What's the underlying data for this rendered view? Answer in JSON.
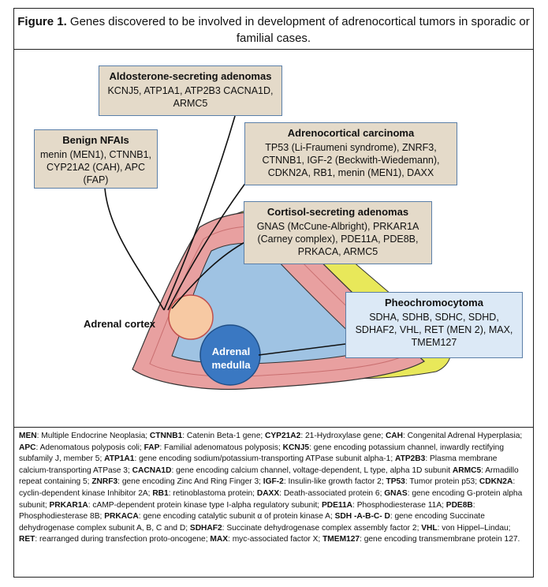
{
  "figure": {
    "label": "Figure 1.",
    "caption": "Genes discovered to be involved in development of adrenocortical tumors in sporadic or familial cases."
  },
  "boxes": {
    "aldosterone": {
      "heading": "Aldosterone-secreting adenomas",
      "genes": "KCNJ5, ATP1A1, ATP2B3 CACNA1D, ARMC5"
    },
    "benign_nfai": {
      "heading": "Benign NFAIs",
      "genes": "menin (MEN1), CTNNB1, CYP21A2 (CAH), APC (FAP)"
    },
    "carcinoma": {
      "heading": "Adrenocortical carcinoma",
      "genes": "TP53 (Li-Fraumeni syndrome), ZNRF3, CTNNB1, IGF-2 (Beckwith-Wiedemann), CDKN2A, RB1, menin (MEN1), DAXX"
    },
    "cortisol": {
      "heading": "Cortisol-secreting adenomas",
      "genes": "GNAS (McCune-Albright), PRKAR1A (Carney complex), PDE11A, PDE8B, PRKACA, ARMC5"
    },
    "pheo": {
      "heading": "Pheochromocytoma",
      "genes": "SDHA, SDHB, SDHC, SDHD, SDHAF2, VHL, RET (MEN 2), MAX, TMEM127"
    }
  },
  "labels": {
    "cortex": "Adrenal cortex",
    "medulla": "Adrenal medulla"
  },
  "colors": {
    "box_fill": "#e4dac9",
    "box_border": "#5b7fa8",
    "pheo_fill": "#dce9f6",
    "cortex_pink": "#e8a0a0",
    "capsule_yellow": "#e8e85a",
    "medulla_blue": "#3a78c2",
    "inner_blue": "#9fc3e3",
    "tumor_orange": "#f7c9a3"
  },
  "legend": [
    {
      "abbr": "MEN",
      "text": ": Multiple Endocrine Neoplasia; "
    },
    {
      "abbr": "CTNNB1",
      "text": ": Catenin Beta-1 gene; "
    },
    {
      "abbr": "CYP21A2",
      "text": ": 21-Hydroxylase gene; "
    },
    {
      "abbr": "CAH",
      "text": ": Congenital Adrenal Hyperplasia; "
    },
    {
      "abbr": "APC",
      "text": ": Adenomatous polyposis coli; "
    },
    {
      "abbr": "FAP",
      "text": ": Familial adenomatous polyposis; "
    },
    {
      "abbr": "KCNJ5",
      "text": ": gene encoding potassium channel, inwardly rectifying subfamily J, member 5; "
    },
    {
      "abbr": "ATP1A1",
      "text": ": gene encoding sodium/potassium-transporting ATPase subunit alpha-1; "
    },
    {
      "abbr": "ATP2B3",
      "text": ": Plasma membrane calcium-transporting ATPase 3; "
    },
    {
      "abbr": "CACNA1D",
      "text": ": gene encoding calcium channel, voltage-dependent, L type, alpha 1D subunit "
    },
    {
      "abbr": "ARMC5",
      "text": ": Armadillo repeat containing 5; "
    },
    {
      "abbr": "ZNRF3",
      "text": ": gene encoding Zinc And Ring Finger 3; "
    },
    {
      "abbr": "IGF-2",
      "text": ": Insulin-like growth factor 2; "
    },
    {
      "abbr": "TP53",
      "text": ": Tumor protein p53; "
    },
    {
      "abbr": "CDKN2A",
      "text": ": cyclin-dependent kinase Inhibitor 2A; "
    },
    {
      "abbr": "RB1",
      "text": ": retinoblastoma protein; "
    },
    {
      "abbr": "DAXX",
      "text": ": Death-associated protein 6; "
    },
    {
      "abbr": "GNAS",
      "text": ": gene encoding G-protein alpha subunit; "
    },
    {
      "abbr": "PRKAR1A",
      "text": ": cAMP-dependent protein kinase type I-alpha regulatory subunit; "
    },
    {
      "abbr": "PDE11A",
      "text": ": Phosphodiesterase 11A; "
    },
    {
      "abbr": "PDE8B",
      "text": ": Phosphodiesterase 8B; "
    },
    {
      "abbr": "PRKACA",
      "text": ": gene encoding catalytic subunit α of protein kinase A; "
    },
    {
      "abbr": "SDH -A-B-C- D",
      "text": ": gene encoding Succinate dehydrogenase complex subunit A, B, C and D; "
    },
    {
      "abbr": "SDHAF2",
      "text": ": Succinate dehydrogenase complex assembly factor 2; "
    },
    {
      "abbr": "VHL",
      "text": ": von Hippel–Lindau; "
    },
    {
      "abbr": "RET",
      "text": ": rearranged during transfection proto-oncogene; "
    },
    {
      "abbr": "MAX",
      "text": ": myc-associated factor X; "
    },
    {
      "abbr": "TMEM127",
      "text": ": gene encoding transmembrane protein 127."
    }
  ]
}
